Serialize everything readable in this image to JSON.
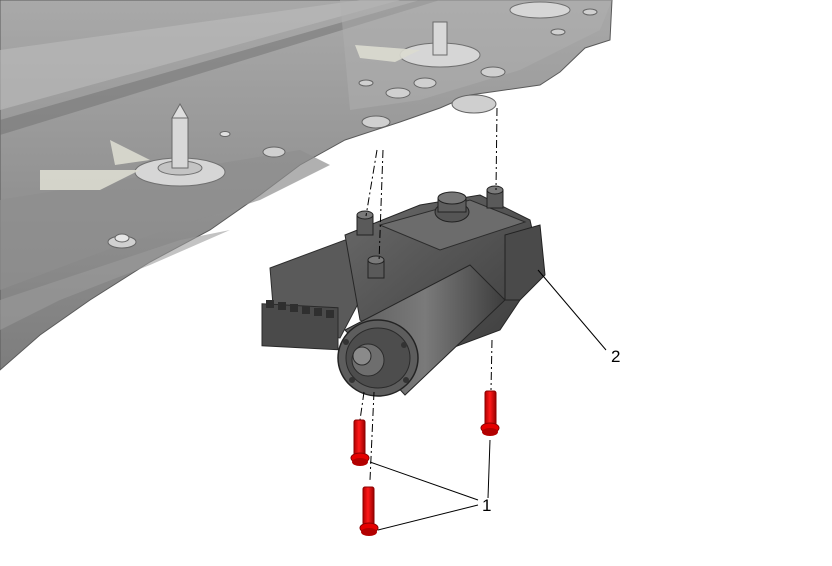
{
  "diagram": {
    "callouts": [
      {
        "id": "1",
        "text": "1"
      },
      {
        "id": "2",
        "text": "2"
      }
    ],
    "colors": {
      "panel": "#8c8c8c",
      "panel_dark": "#6e6e6e",
      "motor": "#4e4e4e",
      "motor_dark": "#3a3a3a",
      "bolt": "#ff0000",
      "bolt_dark": "#a60000",
      "leader": "#000000"
    }
  }
}
